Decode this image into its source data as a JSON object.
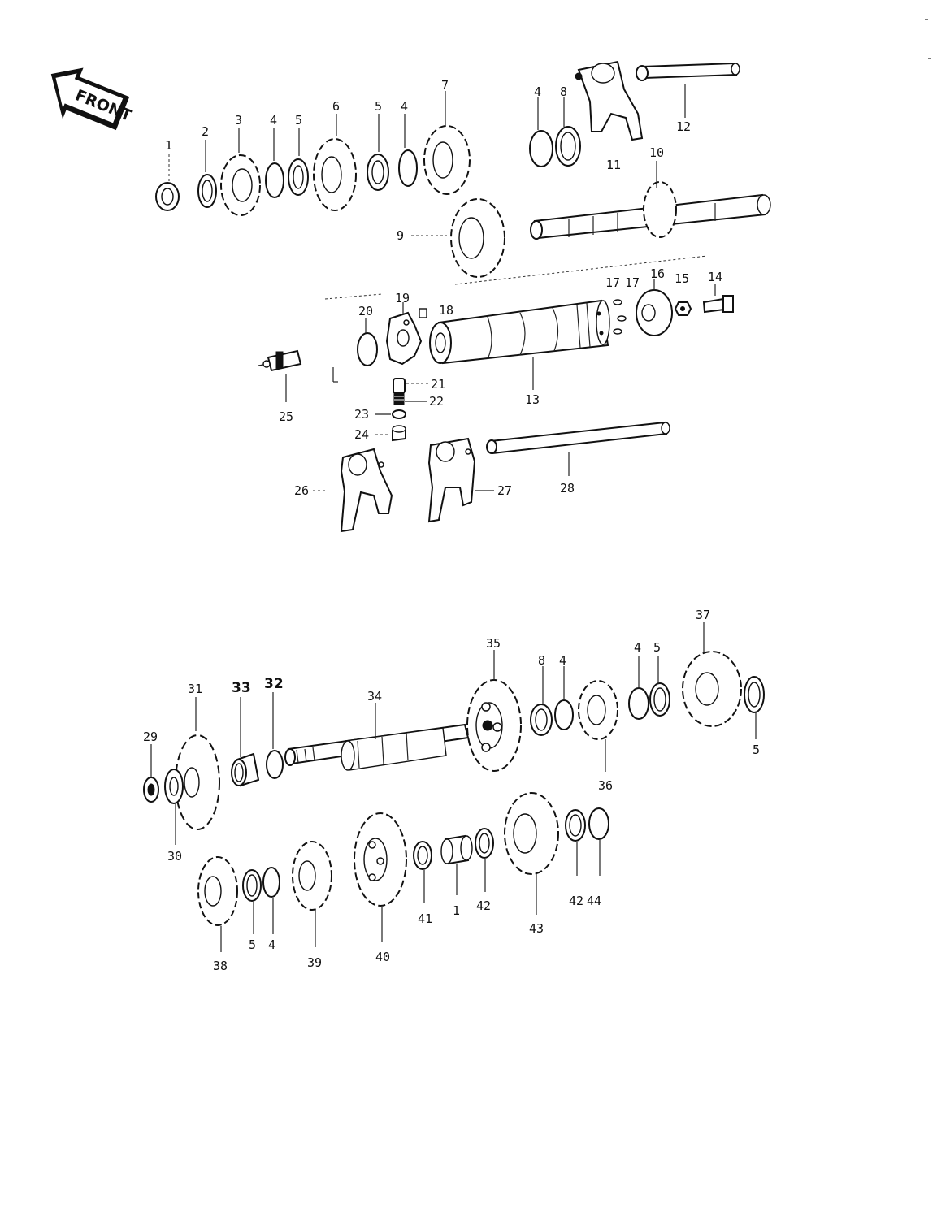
{
  "diagram": {
    "front_label": "FRONT",
    "labels": {
      "p1": "1",
      "p2": "2",
      "p3": "3",
      "p4a": "4",
      "p5a": "5",
      "p6": "6",
      "p5b": "5",
      "p4b": "4",
      "p7": "7",
      "p4c": "4",
      "p8a": "8",
      "p11": "11",
      "p12": "12",
      "p10": "10",
      "p9": "9",
      "p17a": "17",
      "p17b": "17",
      "p16": "16",
      "p15": "15",
      "p14": "14",
      "p20": "20",
      "p19": "19",
      "p18": "18",
      "p13": "13",
      "p21": "21",
      "p22": "22",
      "p23": "23",
      "p24": "24",
      "p25": "25",
      "p26": "26",
      "p27": "27",
      "p28": "28",
      "p37": "37",
      "p35": "35",
      "p8b": "8",
      "p4d": "4",
      "p4e": "4",
      "p5c": "5",
      "p5d": "5",
      "p36": "36",
      "p31": "31",
      "p33": "33",
      "p32": "32",
      "p34": "34",
      "p29": "29",
      "p30": "30",
      "p38": "38",
      "p5e": "5",
      "p4f": "4",
      "p39": "39",
      "p40": "40",
      "p41": "41",
      "p1b": "1",
      "p42a": "42",
      "p43": "43",
      "p42b": "42",
      "p44": "44"
    }
  }
}
